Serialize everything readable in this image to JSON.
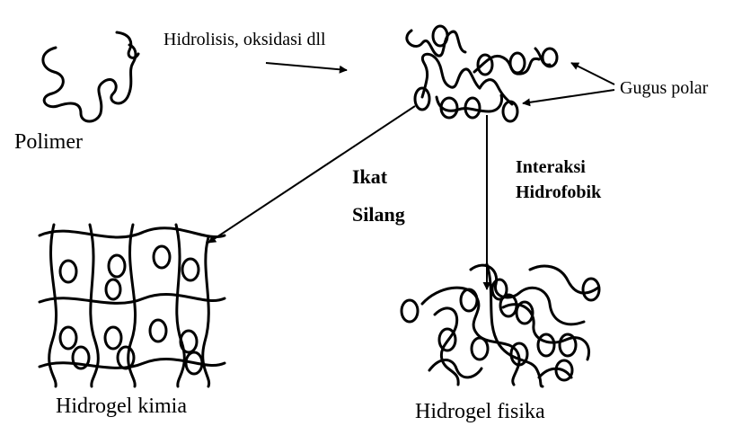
{
  "labels": {
    "polimer": "Polimer",
    "process": "Hidrolisis, oksidasi dll",
    "gugus_polar": "Gugus polar",
    "ikat": "Ikat",
    "silang": "Silang",
    "interaksi": "Interaksi",
    "hidrofobik": "Hidrofobik",
    "hidrogel_kimia": "Hidrogel kimia",
    "hidrogel_fisika": "Hidrogel fisika"
  },
  "colors": {
    "ink": "#000000",
    "background": "#ffffff"
  }
}
